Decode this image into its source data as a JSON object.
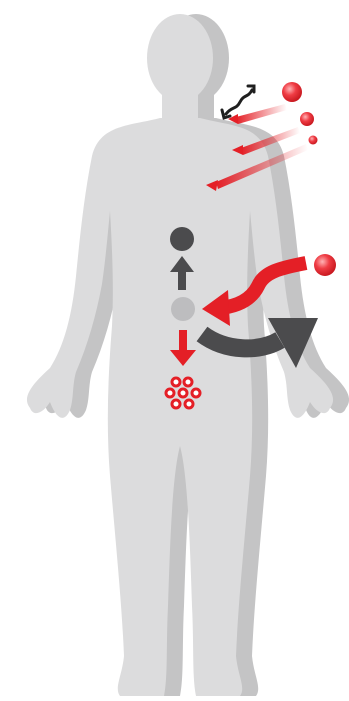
{
  "diagram": {
    "subject": "human-body-silhouette",
    "colors": {
      "background": "#ffffff",
      "body_front": "#dcdcdd",
      "body_shadow": "#c4c4c5",
      "accent_red": "#e41f26",
      "dark_gray": "#4b4b4d",
      "mid_gray": "#6f6f71",
      "light_gray": "#bdbdbf"
    },
    "elements": {
      "incoming_particles": 3,
      "incoming_arrows": 3,
      "core_node": "light-gray-circle",
      "upper_node": "dark-gray-circle",
      "cluster_particles": 7
    },
    "icons": [
      "wavy-double-arrow-icon",
      "red-particle-icon",
      "red-streak-arrow-icon",
      "dark-circle-icon",
      "up-arrow-icon",
      "gray-circle-icon",
      "curved-red-arrow-icon",
      "curved-gray-arrow-icon",
      "down-red-arrow-icon",
      "red-particle-cluster-icon"
    ]
  }
}
